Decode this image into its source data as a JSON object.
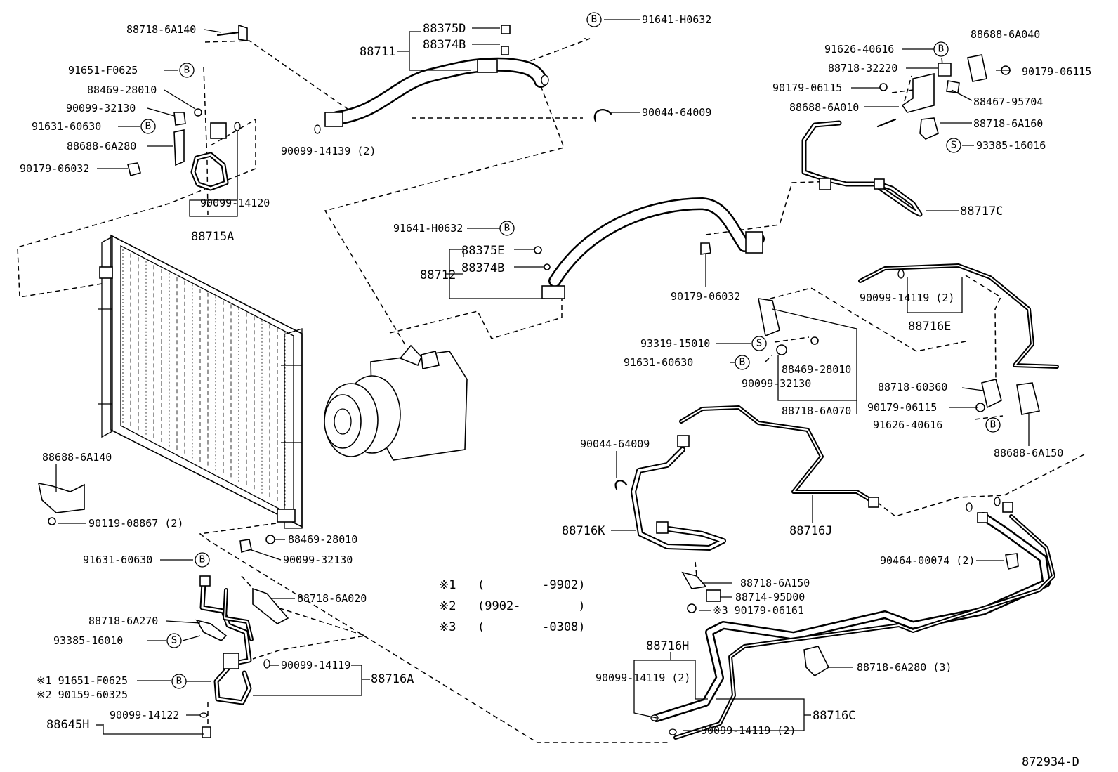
{
  "diagram_id": "872934-D",
  "labels": {
    "p88718_6A140": "88718-6A140",
    "p88711": "88711",
    "p88375D": "88375D",
    "p88374B_a": "88374B",
    "p91641_H0632_a": "91641-H0632",
    "p90044_64009_a": "90044-64009",
    "p90099_14139": "90099-14139 (2)",
    "p91651_F0625_a": "91651-F0625",
    "p88469_28010_a": "88469-28010",
    "p90099_32130_a": "90099-32130",
    "p91631_60630_a": "91631-60630",
    "p88688_6A280": "88688-6A280",
    "p90179_06032_a": "90179-06032",
    "p90099_14120": "90099-14120",
    "p88715A": "88715A",
    "p91641_H0632_b": "91641-H0632",
    "p88712": "88712",
    "p88375E": "88375E",
    "p88374B_b": "88374B",
    "p90179_06032_b": "90179-06032",
    "p91626_40616_a": "91626-40616",
    "p88688_6A040": "88688-6A040",
    "p90179_06115_a": "90179-06115",
    "p88718_32220": "88718-32220",
    "p90179_06115_b": "90179-06115",
    "p88467_95704": "88467-95704",
    "p88688_6A010": "88688-6A010",
    "p88718_6A160": "88718-6A160",
    "p93385_16016": "93385-16016",
    "p88717C": "88717C",
    "p90099_14119_a": "90099-14119 (2)",
    "p88716E": "88716E",
    "p93319_15010": "93319-15010",
    "p91631_60630_b": "91631-60630",
    "p88469_28010_b": "88469-28010",
    "p90099_32130_b": "90099-32130",
    "p88718_6A070": "88718-6A070",
    "p88718_60360": "88718-60360",
    "p90179_06115_c": "90179-06115",
    "p91626_40616_b": "91626-40616",
    "p88688_6A150": "88688-6A150",
    "p90044_64009_b": "90044-64009",
    "p88716K": "88716K",
    "p88716J": "88716J",
    "p88688_6A140": "88688-6A140",
    "p90119_08867": "90119-08867 (2)",
    "p88469_28010_c": "88469-28010",
    "p91631_60630_c": "91631-60630",
    "p90099_32130_c": "90099-32130",
    "p88718_6A020": "88718-6A020",
    "p88718_6A270": "88718-6A270",
    "p93385_16010": "93385-16010",
    "p90099_14119_b": "90099-14119",
    "p88716A": "88716A",
    "p91651_F0625_b": "※1 91651-F0625",
    "p90159_60325": "※2 90159-60325",
    "p88645H": "88645H",
    "p90099_14122": "90099-14122",
    "p88718_6A150": "88718-6A150",
    "p88714_95D00": "88714-95D00",
    "p90179_06161": "※3 90179-06161",
    "p88716H": "88716H",
    "p90099_14119_c": "90099-14119 (2)",
    "p90099_14119_d": "90099-14119 (2)",
    "p88716C": "88716C",
    "p90464_00074": "90464-00074 (2)",
    "p88718_6A280": "88718-6A280 (3)"
  },
  "notes": [
    {
      "mark": "※1",
      "range": "(        -9902)"
    },
    {
      "mark": "※2",
      "range": "(9902-        )"
    },
    {
      "mark": "※3",
      "range": "(        -0308)"
    }
  ],
  "symbols": {
    "bolt": "B",
    "screw": "S"
  }
}
